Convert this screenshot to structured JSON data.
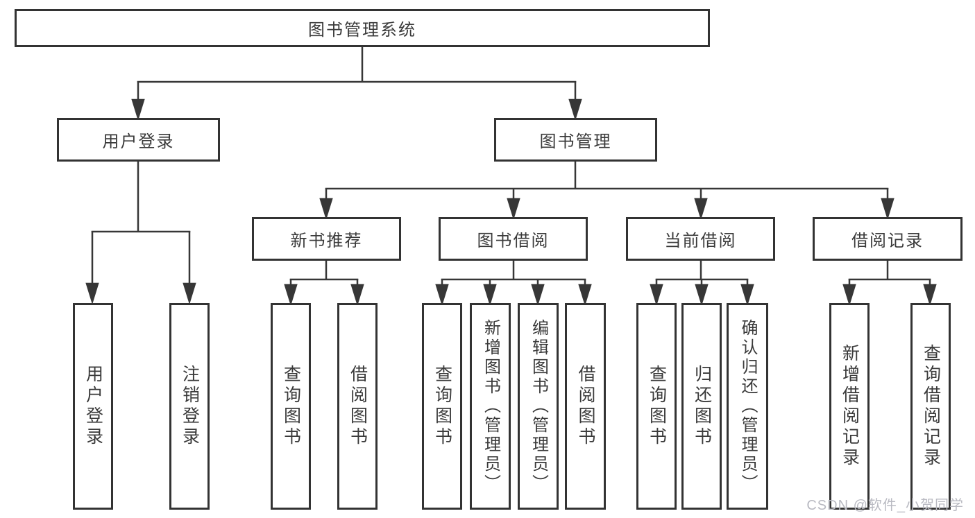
{
  "diagram": {
    "title_box": "图书管理系统",
    "branches": {
      "user_login": {
        "label": "用户登录",
        "children": [
          "用户登录",
          "注销登录"
        ]
      },
      "book_management": {
        "label": "图书管理",
        "sections": [
          {
            "label": "新书推荐",
            "children": [
              "查询图书",
              "借阅图书"
            ]
          },
          {
            "label": "图书借阅",
            "children": [
              "查询图书",
              "新增图书（管理员）",
              "编辑图书（管理员）",
              "借阅图书"
            ]
          },
          {
            "label": "当前借阅",
            "children": [
              "查询图书",
              "归还图书",
              "确认归还（管理员）"
            ]
          },
          {
            "label": "借阅记录",
            "children": [
              "新增借阅记录",
              "查询借阅记录"
            ]
          }
        ]
      }
    }
  },
  "watermark": {
    "text": "CSDN @软件_小贺同学",
    "color": "#b9bac2"
  },
  "colors": {
    "line": "#373737",
    "box_border": "#333333",
    "text": "#3a3a3a",
    "background": "#ffffff"
  }
}
